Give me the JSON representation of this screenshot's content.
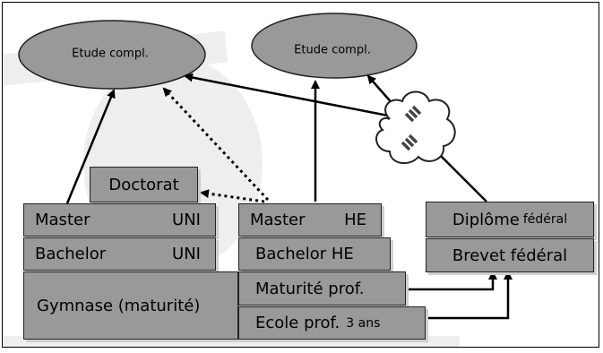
{
  "nodes": {
    "etude_left": "Etude compl.",
    "etude_right": "Etude compl.",
    "doctorat": "Doctorat",
    "master_uni": [
      "Master",
      "UNI"
    ],
    "bachelor_uni": [
      "Bachelor",
      "UNI"
    ],
    "gymnase": "Gymnase (maturité)",
    "master_he": [
      "Master",
      "HE"
    ],
    "bachelor_he": "Bachelor HE",
    "maturite_prof": "Maturité prof.",
    "ecole_prof": "Ecole prof.",
    "ecole_prof_suffix": "3 ans",
    "diplome": "Diplôme",
    "diplome_suffix": "fédéral",
    "brevet": "Brevet fédéral"
  },
  "colors": {
    "box_fill": "#999999",
    "ellipse_fill": "#999999",
    "cloud_fill": "#ffffff",
    "watermark": "#eeeeee"
  }
}
